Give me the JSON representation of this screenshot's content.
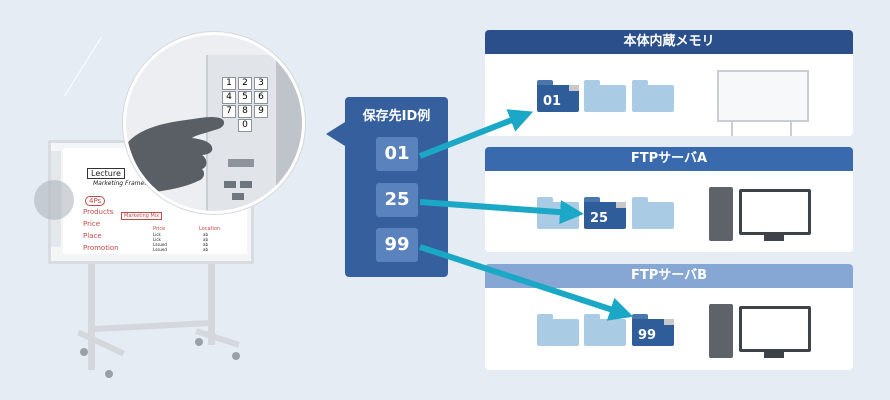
{
  "id_examples": {
    "title": "保存先ID例",
    "ids": [
      "01",
      "25",
      "99"
    ]
  },
  "keypad": {
    "keys": [
      "1",
      "2",
      "3",
      "4",
      "5",
      "6",
      "7",
      "8",
      "9",
      "0"
    ]
  },
  "board_content": {
    "title": "Lecture",
    "subtitle": "Marketing Framework",
    "left_items": [
      "4Ps",
      "Products",
      "Price",
      "Place",
      "Promotion"
    ],
    "center_label": "Marketing Mix",
    "price_list_title": "Price",
    "price_list": [
      "Lick",
      "Lick",
      "Lssued",
      "Lssued"
    ],
    "right_list_title": "Location",
    "right_list": [
      "ab",
      "ab",
      "ab",
      "ab"
    ]
  },
  "destinations": [
    {
      "label": "本体内蔵メモリ",
      "folder_id": "01"
    },
    {
      "label": "FTPサーバA",
      "folder_id": "25"
    },
    {
      "label": "FTPサーバB",
      "folder_id": "99"
    }
  ],
  "colors": {
    "background": "#e6ecf4",
    "header_dark": "#2b4f8a",
    "header_mid": "#3a6aae",
    "header_light": "#86a7d3",
    "arrow": "#1ba7c6",
    "folder_light": "#a9cbe3",
    "folder_dark": "#2f5d9a"
  }
}
